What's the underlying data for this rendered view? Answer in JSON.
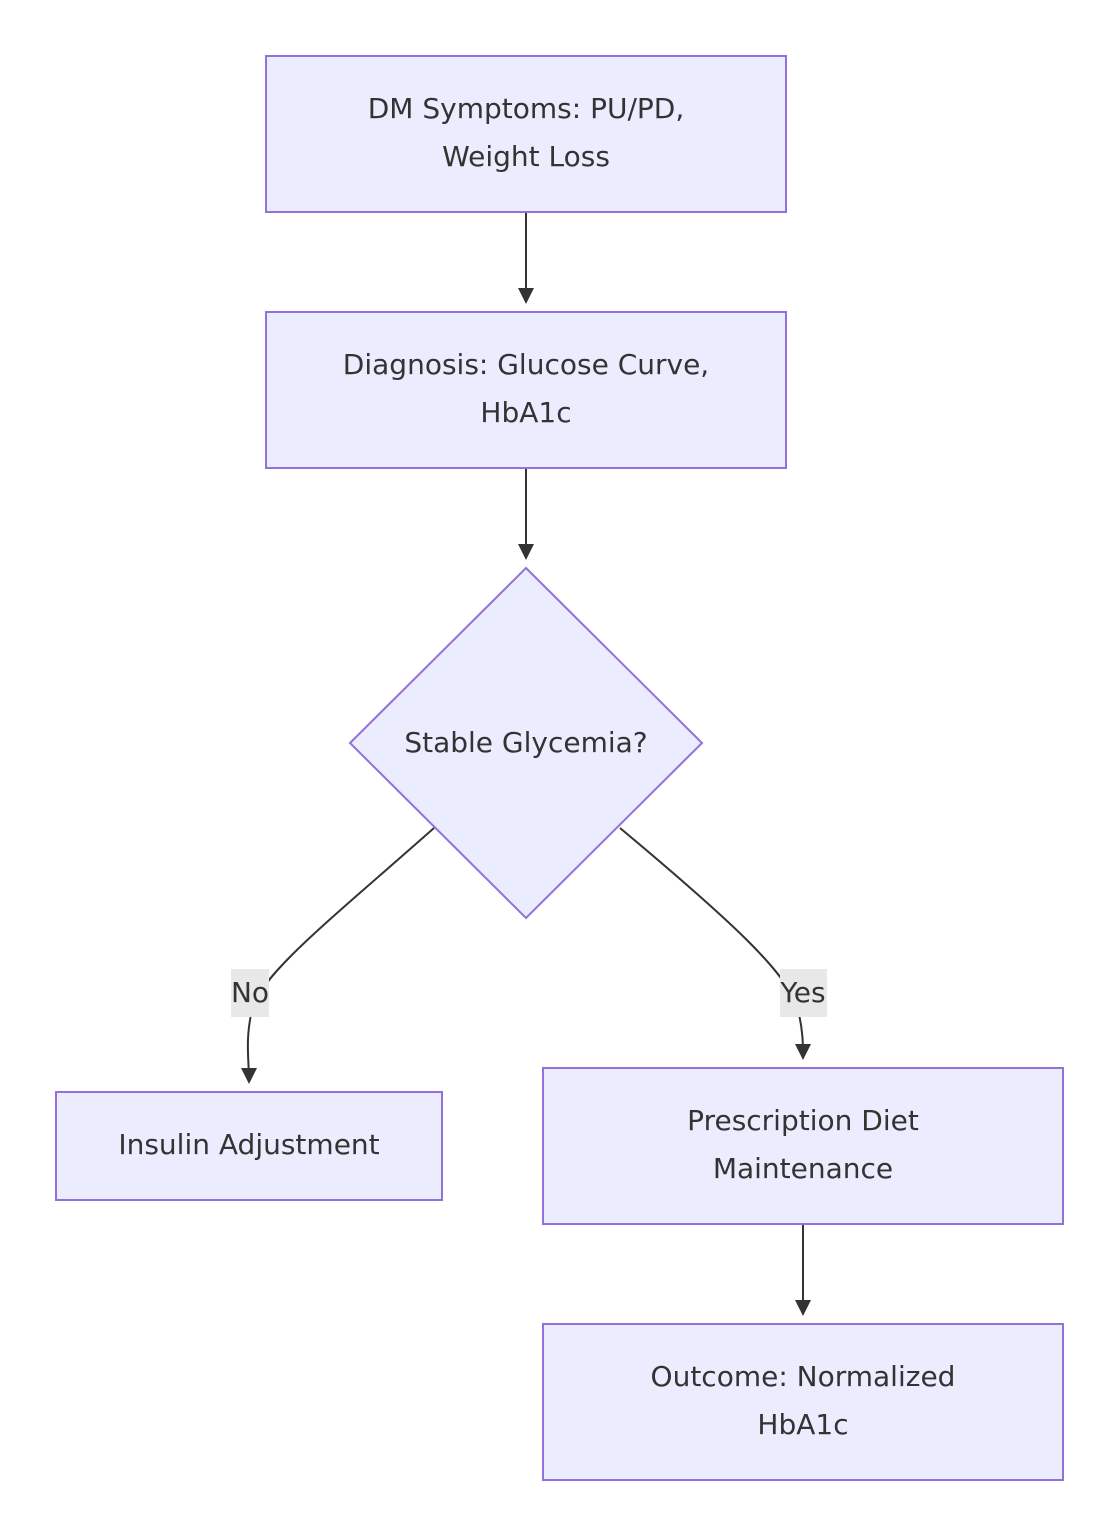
{
  "nodes": {
    "symptoms": {
      "line1": "DM Symptoms: PU/PD,",
      "line2": "Weight Loss"
    },
    "diagnosis": {
      "line1": "Diagnosis: Glucose Curve,",
      "line2": "HbA1c"
    },
    "decision": {
      "label": "Stable Glycemia?"
    },
    "insulin": {
      "label": "Insulin Adjustment"
    },
    "diet": {
      "line1": "Prescription Diet",
      "line2": "Maintenance"
    },
    "outcome": {
      "line1": "Outcome: Normalized",
      "line2": "HbA1c"
    }
  },
  "edges": {
    "no_label": "No",
    "yes_label": "Yes"
  },
  "colors": {
    "node_fill": "#ECECFF",
    "node_stroke": "#9370DB",
    "edge": "#333333",
    "edge_label_bg": "#e8e8e8",
    "text": "#333333"
  }
}
